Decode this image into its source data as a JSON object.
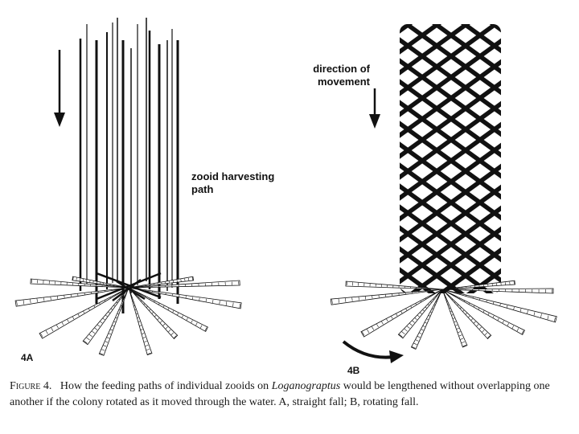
{
  "panel_a": {
    "label": "4A",
    "annotation": "zooid harvesting path"
  },
  "panel_b": {
    "label": "4B",
    "annotation": "direction of movement"
  },
  "caption": {
    "figure_label": "Figure 4.",
    "text_before": "How the feeding paths of individual zooids on",
    "genus": "Loganograptus",
    "text_after": "would be lengthened without overlapping one another if the colony rotated as it moved through the water. A, straight fall; B, rotating fall."
  }
}
